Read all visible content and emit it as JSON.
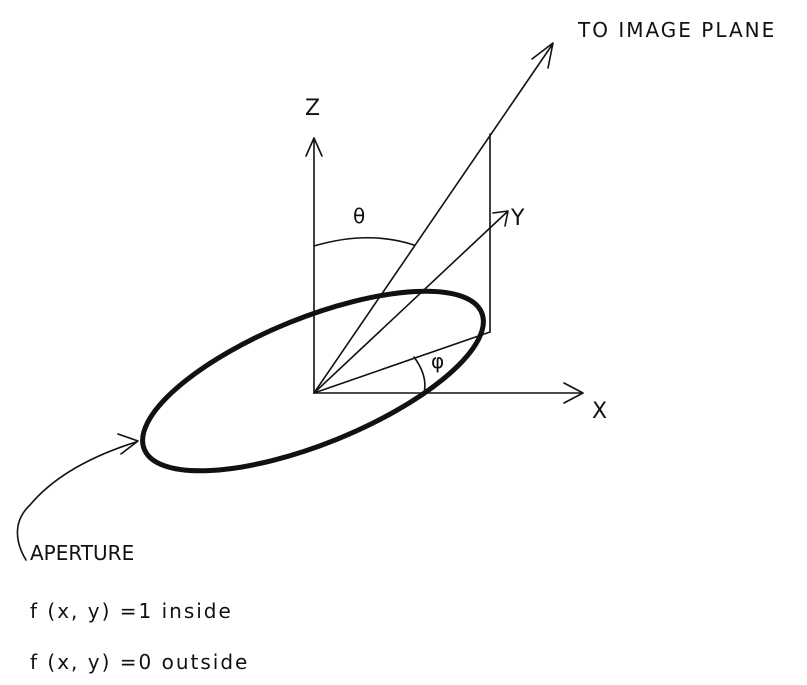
{
  "labels": {
    "image_plane": "TO IMAGE PLANE",
    "z_axis": "Z",
    "y_axis": "Y",
    "x_axis": "X",
    "theta": "θ",
    "phi": "φ",
    "aperture": "APERTURE",
    "inside_eq": "f (x, y) =1  inside",
    "outside_eq": "f (x, y) =0  outside"
  },
  "colors": {
    "ink": "#111111",
    "background": "#ffffff"
  }
}
